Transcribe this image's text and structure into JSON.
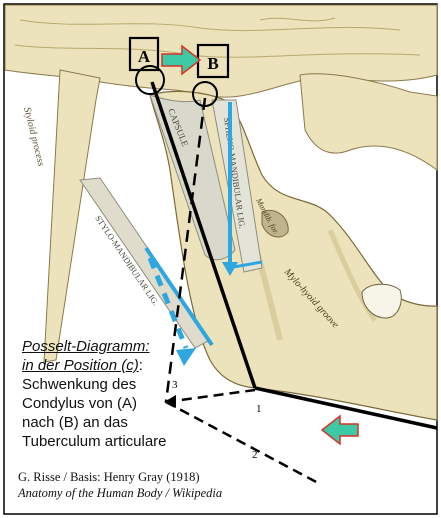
{
  "labels": {
    "box_a": "A",
    "box_b": "B",
    "angles": {
      "a1": "1",
      "a2": "2",
      "a3": "3"
    },
    "anatomy": {
      "styloid_process": "Styloid process",
      "capsule": "CAPSULE",
      "spheno_mandibular_lig": "SPHENO-MANDIBULAR LIG.",
      "stylo_mandibular_lig": "STYLO-MANDIBULAR LIG.",
      "mylo_hyoid_groove": "Mylo-hyoid groove",
      "mandibular_foramen": "Mandib. for."
    }
  },
  "caption": {
    "line1": "Posselt-Diagramm",
    "line1_suffix": ":",
    "line2": "in der Position (c)",
    "line2_suffix": ":",
    "line3": "Schwenkung des",
    "line4": "Condylus von (A)",
    "line5": "nach (B) an das",
    "line6": "Tuberculum articulare"
  },
  "credits": {
    "line1": "G. Risse / Basis: Henry Gray (1918)",
    "line2": "Anatomy of the Human Body / Wikipedia"
  },
  "colors": {
    "frame": "#000000",
    "bone": "#ece3bc",
    "bone_shade": "#d3c394",
    "ligament": "#d8d8cc",
    "blue_annotation": "#2ea7e0",
    "teal_arrow": "#3ec9a6",
    "red_arrow_outline": "#d93025",
    "black_line": "#000000"
  }
}
